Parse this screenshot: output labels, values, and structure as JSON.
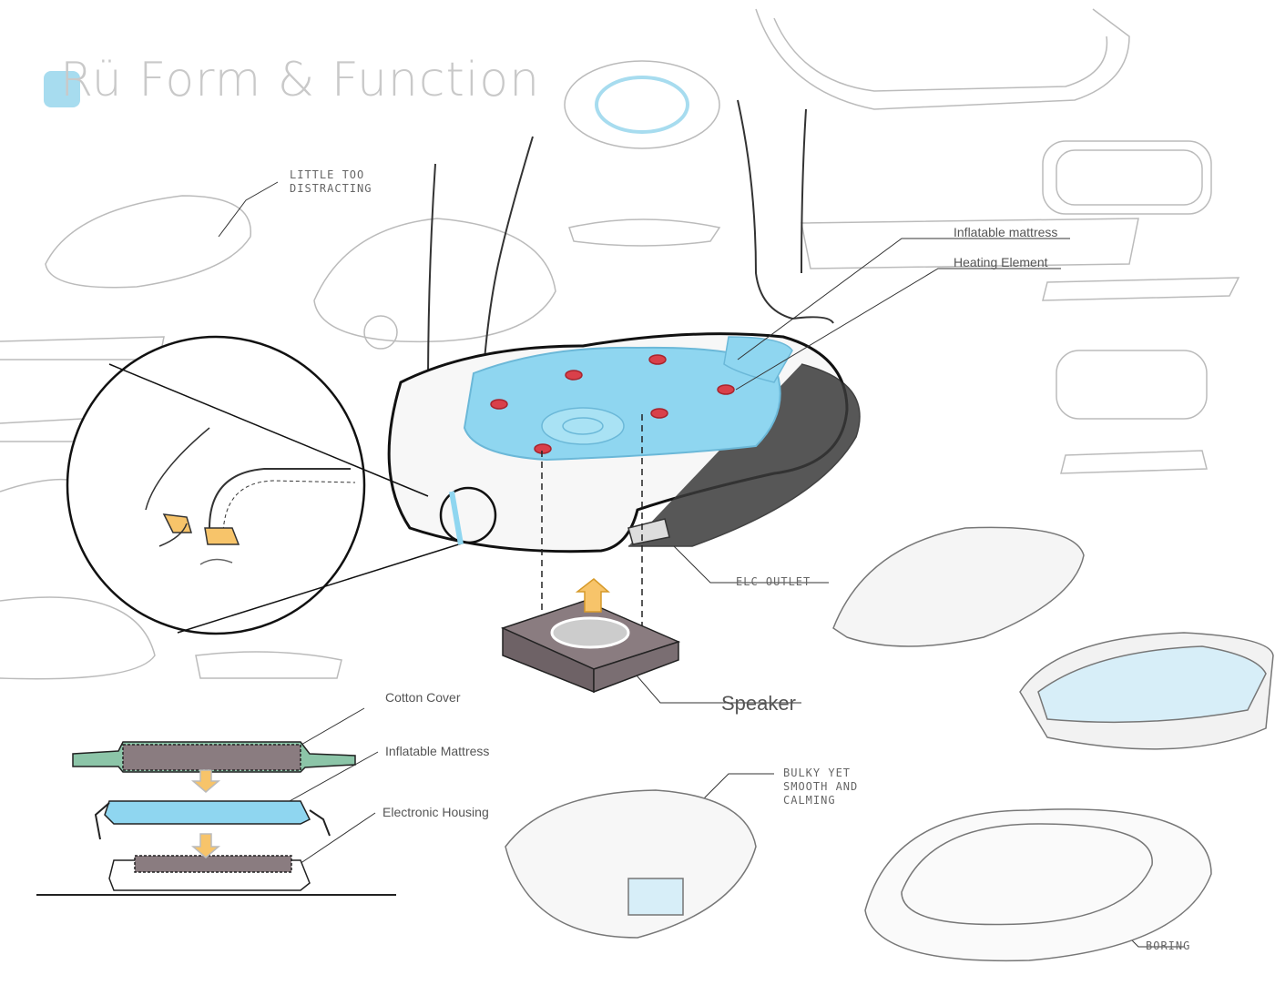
{
  "title": "Rü Form & Function",
  "colors": {
    "accent_blue": "#8fd6f0",
    "cover_green": "#8cc5a8",
    "housing_gray": "#8a7c80",
    "arrow_orange": "#f7c46a",
    "heating_red": "#d9404a"
  },
  "annotations": {
    "inflatable_mattress_top": "Inflatable mattress",
    "heating_element": "Heating Element",
    "elc_outlet": "ELC OUTLET",
    "speaker": "Speaker",
    "cotton_cover": "Cotton Cover",
    "inflatable_mattress": "Inflatable Mattress",
    "electronic_housing": "Electronic Housing"
  },
  "notes": {
    "little_too_distracting": "LITTLE TOO DISTRACTING",
    "bulky_yet_smooth": "BULKY YET SMOOTH AND CALMING",
    "boring": "BORING"
  }
}
